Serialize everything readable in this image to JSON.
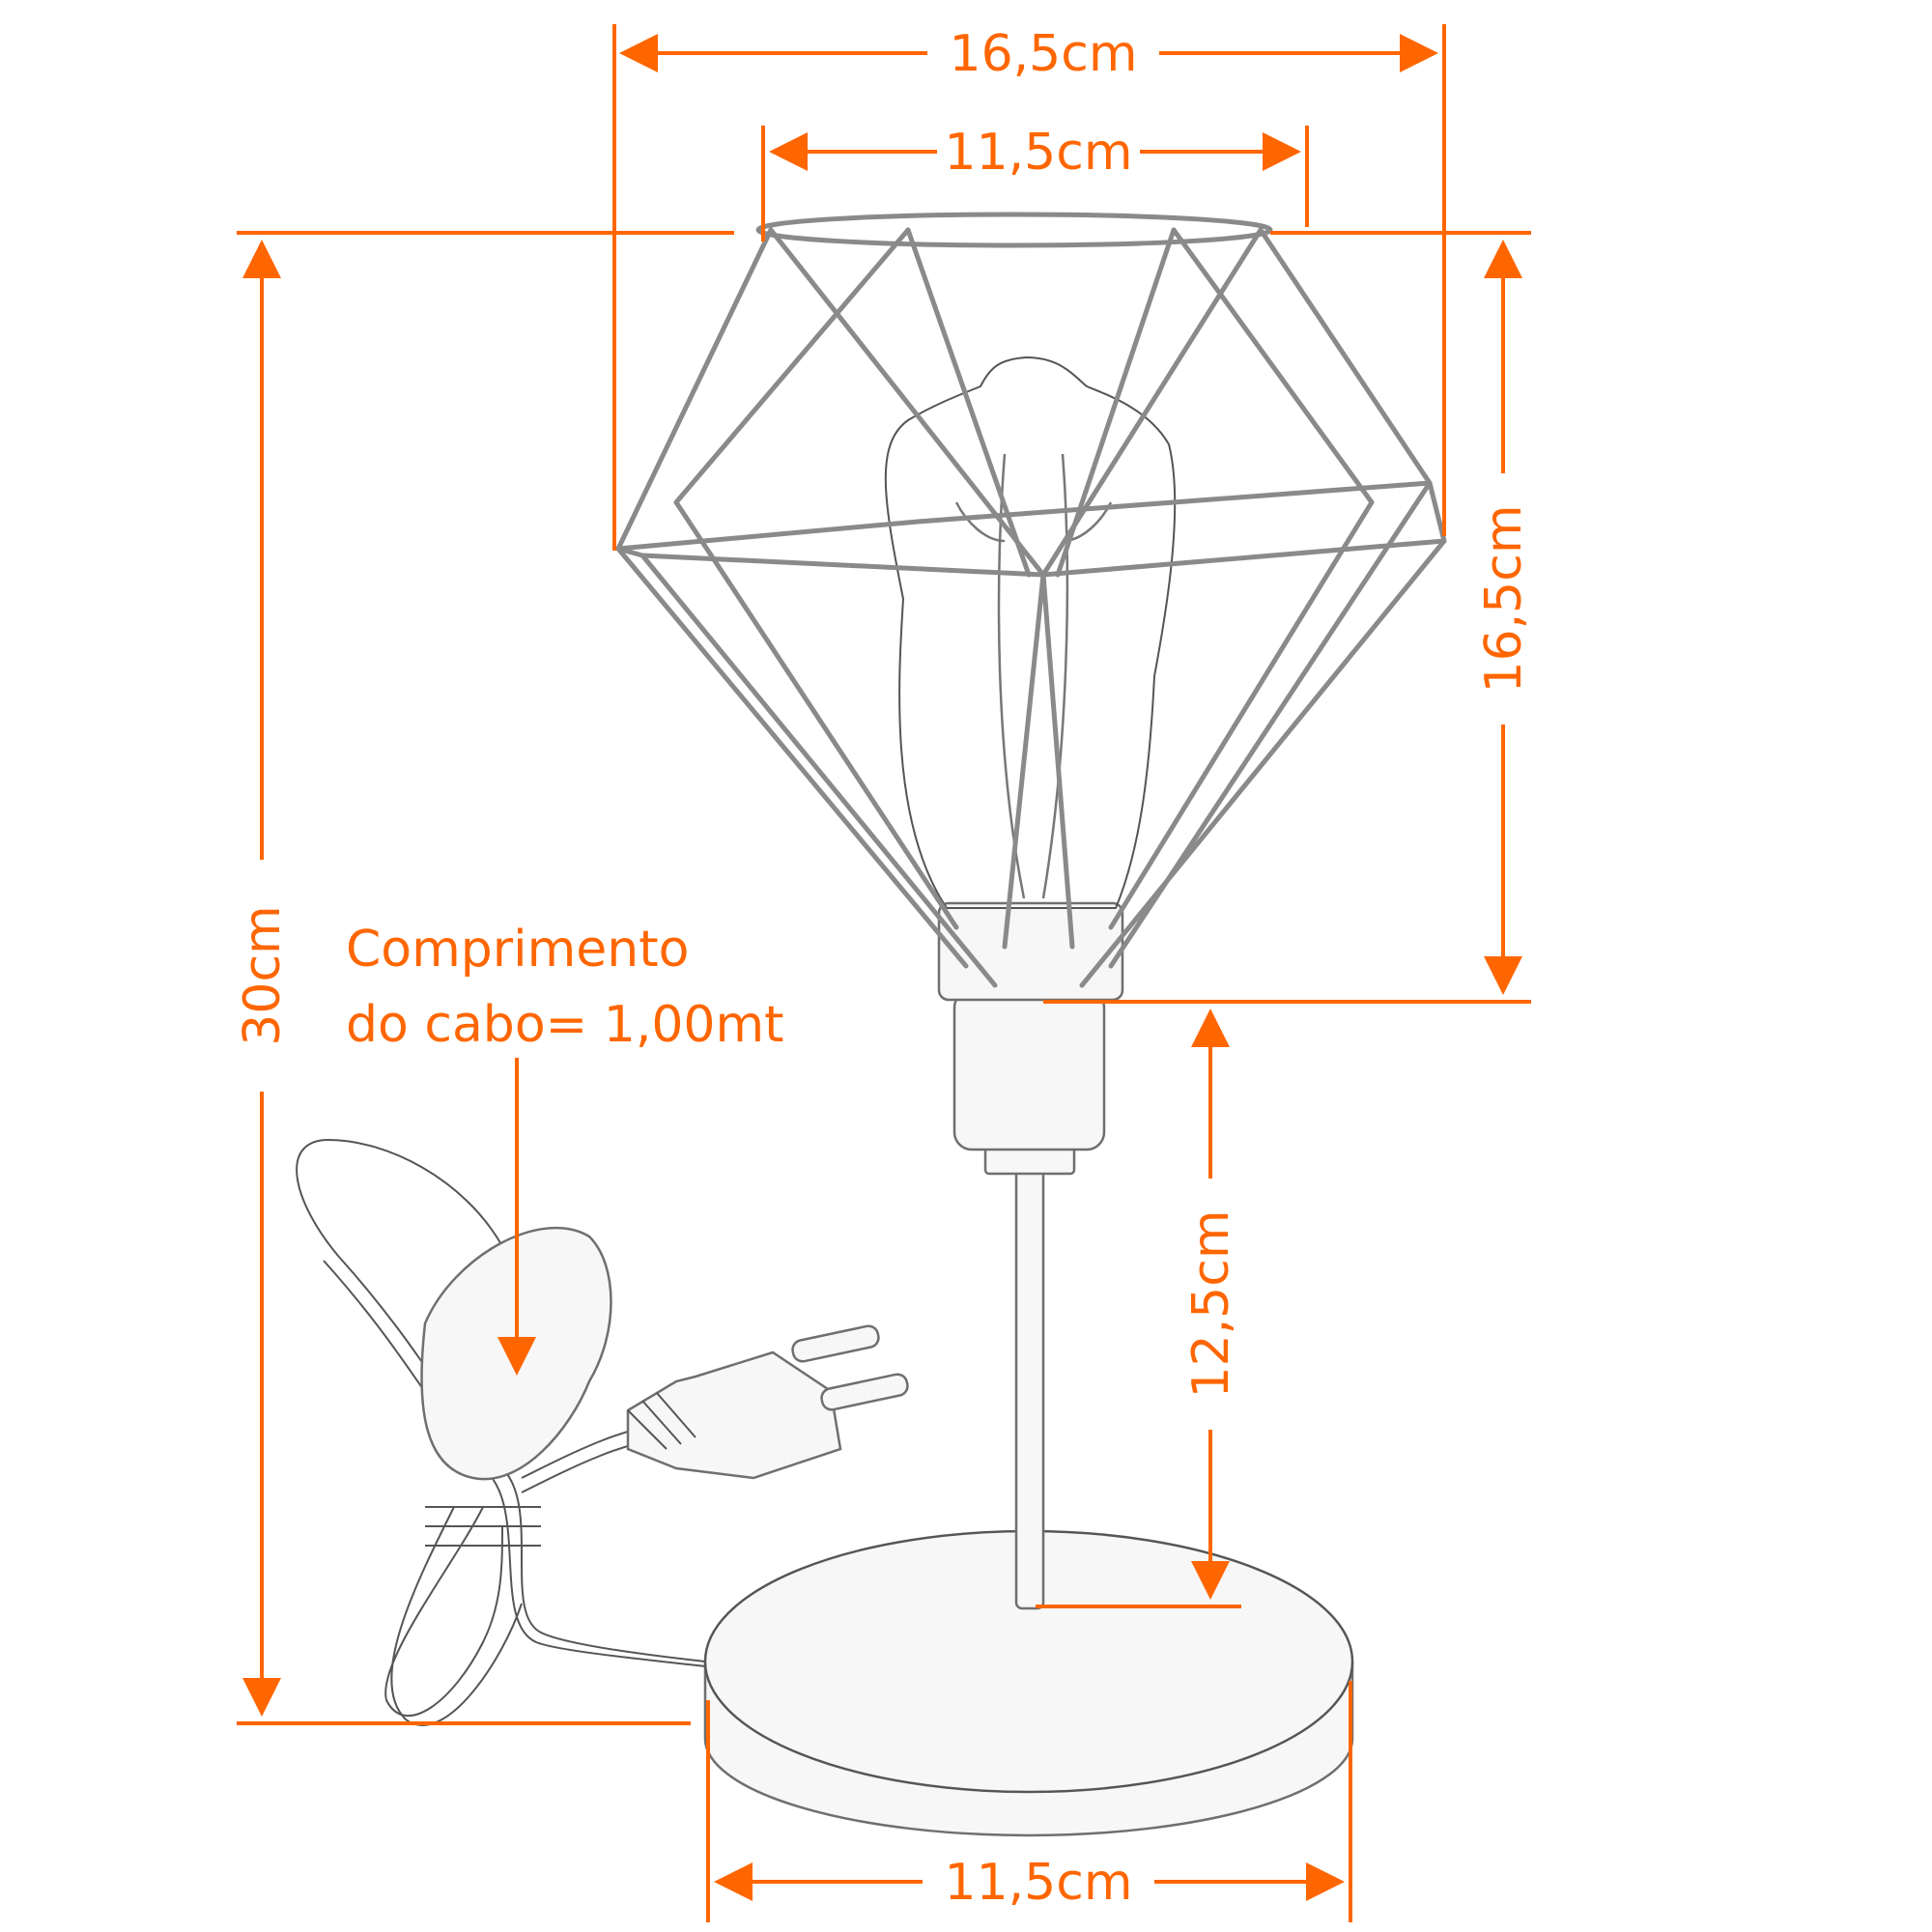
{
  "dimensions": {
    "shade_top_outer": "16,5cm",
    "shade_top_inner": "11,5cm",
    "shade_height": "16,5cm",
    "stem_height": "12,5cm",
    "total_height": "30cm",
    "base_width": "11,5cm"
  },
  "cable_note": {
    "line1": "Comprimento",
    "line2": "do cabo= 1,00mt"
  },
  "colors": {
    "annotation": "#ff6600",
    "drawing": "#7a7a7a"
  }
}
